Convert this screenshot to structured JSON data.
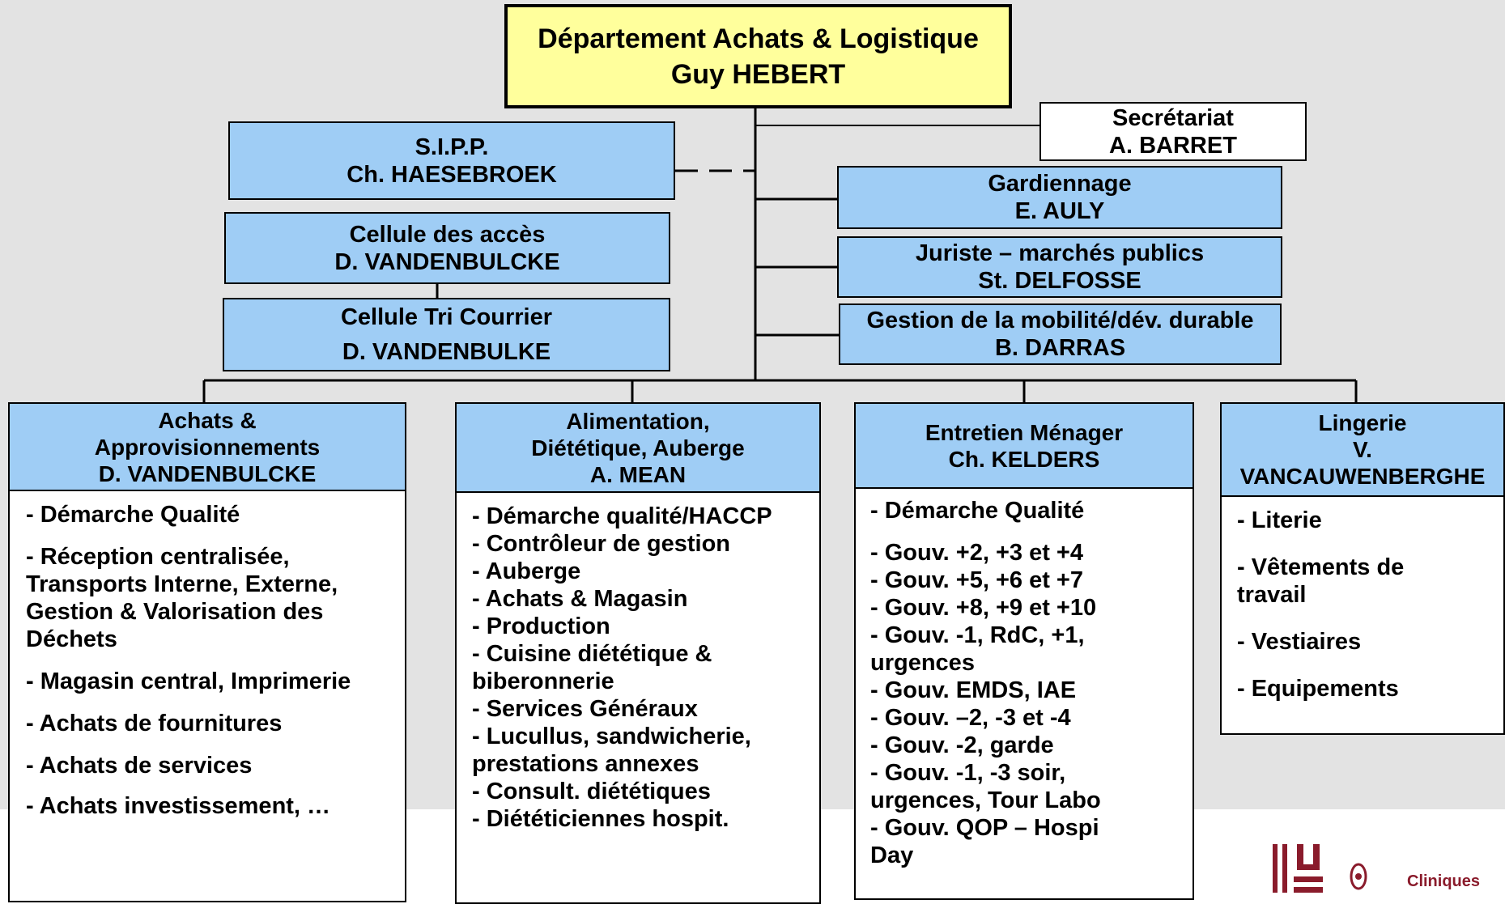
{
  "top": {
    "title": "Département Achats & Logistique",
    "name": "Guy HEBERT"
  },
  "secretariat": {
    "title": "Secrétariat",
    "name": "A. BARRET"
  },
  "left_units": [
    {
      "title": "S.I.P.P.",
      "name": "Ch. HAESEBROEK"
    },
    {
      "title": "Cellule des accès",
      "name": "D. VANDENBULCKE"
    },
    {
      "title": "Cellule Tri Courrier",
      "name": "D. VANDENBULKE"
    }
  ],
  "right_units": [
    {
      "title": "Gardiennage",
      "name": "E. AULY"
    },
    {
      "title": "Juriste – marchés publics",
      "name": "St. DELFOSSE"
    },
    {
      "title": "Gestion de la mobilité/dév. durable",
      "name": "B. DARRAS"
    }
  ],
  "columns": [
    {
      "head": [
        "Achats &",
        "Approvisionnements",
        "D. VANDENBULCKE"
      ],
      "items": [
        "- Démarche Qualité",
        "- Réception centralisée, Transports Interne, Externe, Gestion & Valorisation des Déchets",
        "- Magasin central, Imprimerie",
        "- Achats de fournitures",
        "- Achats de services",
        "- Achats investissement, …"
      ]
    },
    {
      "head": [
        "Alimentation,",
        "Diététique, Auberge",
        "A. MEAN"
      ],
      "items": [
        "- Démarche qualité/HACCP",
        "- Contrôleur de gestion",
        "- Auberge",
        "- Achats & Magasin",
        "- Production",
        "- Cuisine diététique & biberonnerie",
        "- Services Généraux",
        "- Lucullus, sandwicherie, prestations annexes",
        "- Consult. diététiques",
        "- Diététiciennes hospit."
      ]
    },
    {
      "head": [
        "Entretien Ménager",
        "Ch. KELDERS"
      ],
      "items": [
        "- Démarche Qualité",
        "- Gouv. +2, +3 et +4",
        "- Gouv. +5, +6 et +7",
        "- Gouv. +8, +9 et +10",
        "- Gouv. -1, RdC, +1, urgences",
        "- Gouv. EMDS, IAE",
        "- Gouv. –2, -3 et -4",
        "- Gouv. -2, garde",
        "- Gouv. -1, -3 soir, urgences, Tour Labo",
        "- Gouv. QOP – Hospi Day"
      ]
    },
    {
      "head": [
        "Lingerie",
        "V.",
        "VANCAUWENBERGHE"
      ],
      "items": [
        "- Literie",
        "- Vêtements de travail",
        "- Vestiaires",
        "- Equipements"
      ]
    }
  ],
  "logo": {
    "text": "Cliniques"
  },
  "colors": {
    "yellow_box": "#ffff9c",
    "blue_box": "#9fcdf5",
    "background": "#e3e3e3"
  }
}
